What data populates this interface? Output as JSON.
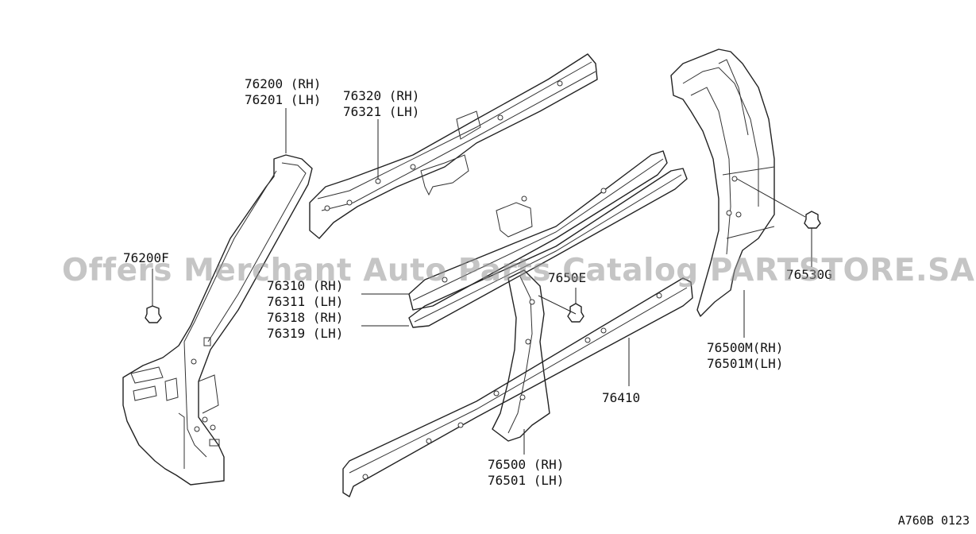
{
  "diagram": {
    "labels": {
      "p76200": "76200 (RH)",
      "p76201": "76201 (LH)",
      "p76320": "76320 (RH)",
      "p76321": "76321 (LH)",
      "p76200f": "76200F",
      "p76310": "76310 (RH)",
      "p76311": "76311 (LH)",
      "p76318": "76318 (RH)",
      "p76319": "76319 (LH)",
      "p7650e": "7650E",
      "p76410": "76410",
      "p76500": "76500 (RH)",
      "p76501": "76501 (LH)",
      "p76500m": "76500M(RH)",
      "p76501m": "76501M(LH)",
      "p76530g": "76530G"
    },
    "watermark": "Offers Merchant Auto Parts Catalog PARTSTORE.SA",
    "figure_code": "A760B 0123"
  }
}
